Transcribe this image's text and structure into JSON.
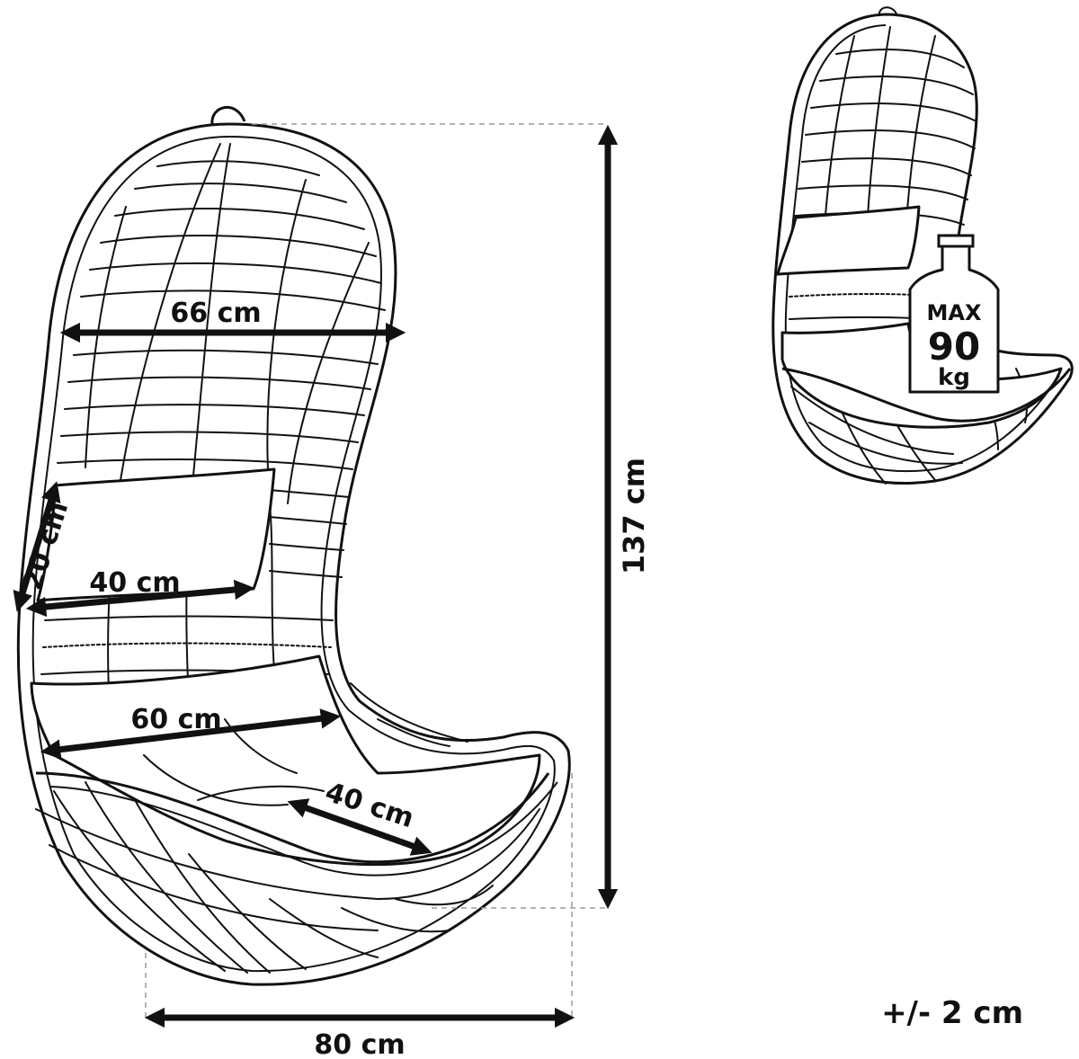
{
  "dimensions": {
    "width_top": "66 cm",
    "height_total": "137 cm",
    "pillow_height": "20 cm",
    "pillow_width": "40 cm",
    "seat_width": "60 cm",
    "seat_depth": "40 cm",
    "width_bottom": "80 cm"
  },
  "weight_badge": {
    "max_label": "MAX",
    "value": "90",
    "unit": "kg"
  },
  "tolerance": "+/- 2 cm"
}
